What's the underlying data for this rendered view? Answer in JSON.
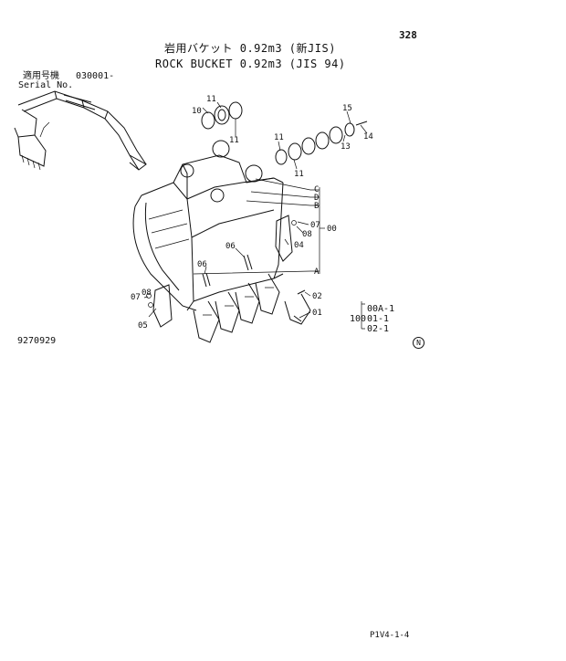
{
  "page_number": "328",
  "title_jp": "岩用バケット 0.92m3 (新JIS)",
  "title_en": "ROCK BUCKET 0.92m3 (JIS 94)",
  "serial_label_jp": "適用号機",
  "serial_label_en": "Serial No.",
  "serial_value": "030001-",
  "drawing_no": "9270929",
  "footer_code": "P1V4-1-4",
  "circled_mark": "N",
  "parts": {
    "p01": "01",
    "p02": "02",
    "p04": "04",
    "p05": "05",
    "p06a": "06",
    "p06b": "06",
    "p07a": "07",
    "p07b": "07",
    "p08a": "08",
    "p08b": "08",
    "p10": "10",
    "p11a": "11",
    "p11b": "11",
    "p11c": "11",
    "p11d": "11",
    "p13": "13",
    "p14": "14",
    "p15": "15",
    "p00": "00"
  },
  "refs": {
    "a": "A",
    "b": "B",
    "c": "C",
    "d": "D"
  },
  "assembly": {
    "qty": "100",
    "items": [
      "00A-1",
      "01-1",
      "02-1"
    ]
  }
}
